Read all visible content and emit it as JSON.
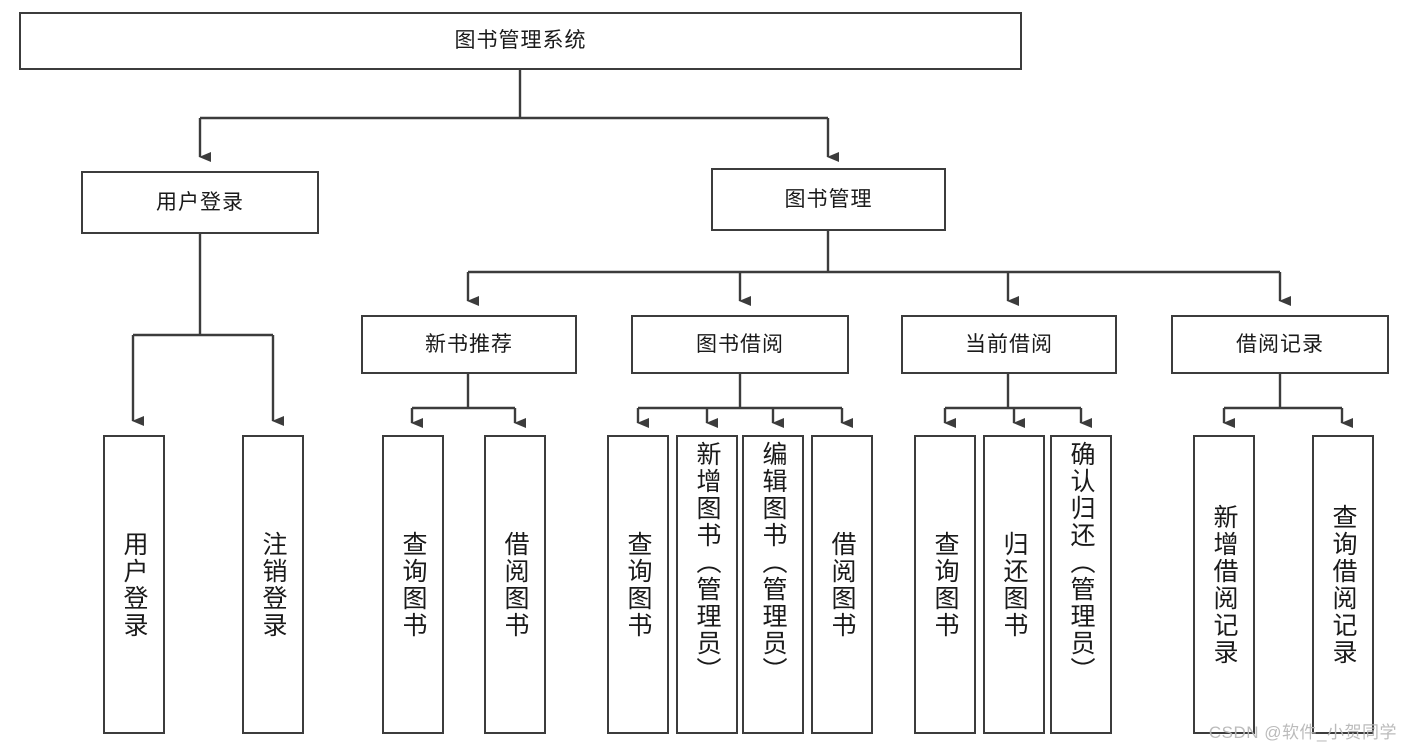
{
  "diagram": {
    "title": "图书管理系统",
    "type": "hierarchy-tree",
    "levels": 4,
    "root": {
      "id": "root",
      "label": "图书管理系统",
      "orientation": "horizontal"
    },
    "level2": [
      {
        "id": "user-login",
        "label": "用户登录",
        "orientation": "horizontal"
      },
      {
        "id": "book-manage",
        "label": "图书管理",
        "orientation": "horizontal"
      }
    ],
    "level3": [
      {
        "id": "new-book-rec",
        "label": "新书推荐",
        "parent": "book-manage",
        "orientation": "horizontal"
      },
      {
        "id": "book-borrow",
        "label": "图书借阅",
        "parent": "book-manage",
        "orientation": "horizontal"
      },
      {
        "id": "current-borrow",
        "label": "当前借阅",
        "parent": "book-manage",
        "orientation": "horizontal"
      },
      {
        "id": "borrow-record",
        "label": "借阅记录",
        "parent": "book-manage",
        "orientation": "horizontal"
      }
    ],
    "leaves": [
      {
        "id": "leaf-user-login",
        "label": "用户登录",
        "parent": "user-login",
        "orientation": "vertical"
      },
      {
        "id": "leaf-user-logout",
        "label": "注销登录",
        "parent": "user-login",
        "orientation": "vertical"
      },
      {
        "id": "leaf-query-book-1",
        "label": "查询图书",
        "parent": "new-book-rec",
        "orientation": "vertical"
      },
      {
        "id": "leaf-borrow-book-1",
        "label": "借阅图书",
        "parent": "new-book-rec",
        "orientation": "vertical"
      },
      {
        "id": "leaf-query-book-2",
        "label": "查询图书",
        "parent": "book-borrow",
        "orientation": "vertical"
      },
      {
        "id": "leaf-add-book",
        "label": "新增图书（管理员）",
        "parent": "book-borrow",
        "orientation": "vertical"
      },
      {
        "id": "leaf-edit-book",
        "label": "编辑图书（管理员）",
        "parent": "book-borrow",
        "orientation": "vertical"
      },
      {
        "id": "leaf-borrow-book-2",
        "label": "借阅图书",
        "parent": "book-borrow",
        "orientation": "vertical"
      },
      {
        "id": "leaf-query-book-3",
        "label": "查询图书",
        "parent": "current-borrow",
        "orientation": "vertical"
      },
      {
        "id": "leaf-return-book",
        "label": "归还图书",
        "parent": "current-borrow",
        "orientation": "vertical"
      },
      {
        "id": "leaf-confirm-return",
        "label": "确认归还（管理员）",
        "parent": "current-borrow",
        "orientation": "vertical"
      },
      {
        "id": "leaf-add-record",
        "label": "新增借阅记录",
        "parent": "borrow-record",
        "orientation": "vertical"
      },
      {
        "id": "leaf-query-record",
        "label": "查询借阅记录",
        "parent": "borrow-record",
        "orientation": "vertical"
      }
    ],
    "colors": {
      "stroke": "#3c3c3c",
      "fill": "#ffffff",
      "text": "#1a1a1a",
      "watermark": "#b8b8b8"
    }
  },
  "watermark": {
    "text": "CSDN @软件_小贺同学"
  }
}
